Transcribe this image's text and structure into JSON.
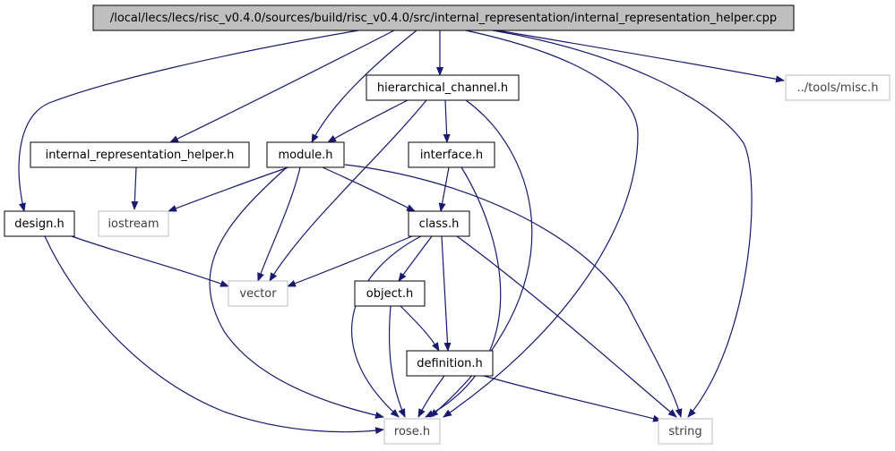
{
  "colors": {
    "edge": "#191970",
    "root_fill": "#bfbfbf",
    "node_border": "#000000",
    "external_border": "#bfbfbf",
    "background": "#ffffff"
  },
  "nodes": {
    "root": {
      "label": "/local/lecs/lecs/risc_v0.4.0/sources/build/risc_v0.4.0/src/internal_representation/internal_representation_helper.cpp",
      "kind": "root"
    },
    "hierarchical_channel": {
      "label": "hierarchical_channel.h",
      "kind": "internal"
    },
    "misc": {
      "label": "../tools/misc.h",
      "kind": "external"
    },
    "irh": {
      "label": "internal_representation_helper.h",
      "kind": "internal"
    },
    "module": {
      "label": "module.h",
      "kind": "internal"
    },
    "interface": {
      "label": "interface.h",
      "kind": "internal"
    },
    "design": {
      "label": "design.h",
      "kind": "internal"
    },
    "iostream": {
      "label": "iostream",
      "kind": "external"
    },
    "class": {
      "label": "class.h",
      "kind": "internal"
    },
    "vector": {
      "label": "vector",
      "kind": "external"
    },
    "object": {
      "label": "object.h",
      "kind": "internal"
    },
    "definition": {
      "label": "definition.h",
      "kind": "internal"
    },
    "rose": {
      "label": "rose.h",
      "kind": "external"
    },
    "string": {
      "label": "string",
      "kind": "external"
    }
  }
}
